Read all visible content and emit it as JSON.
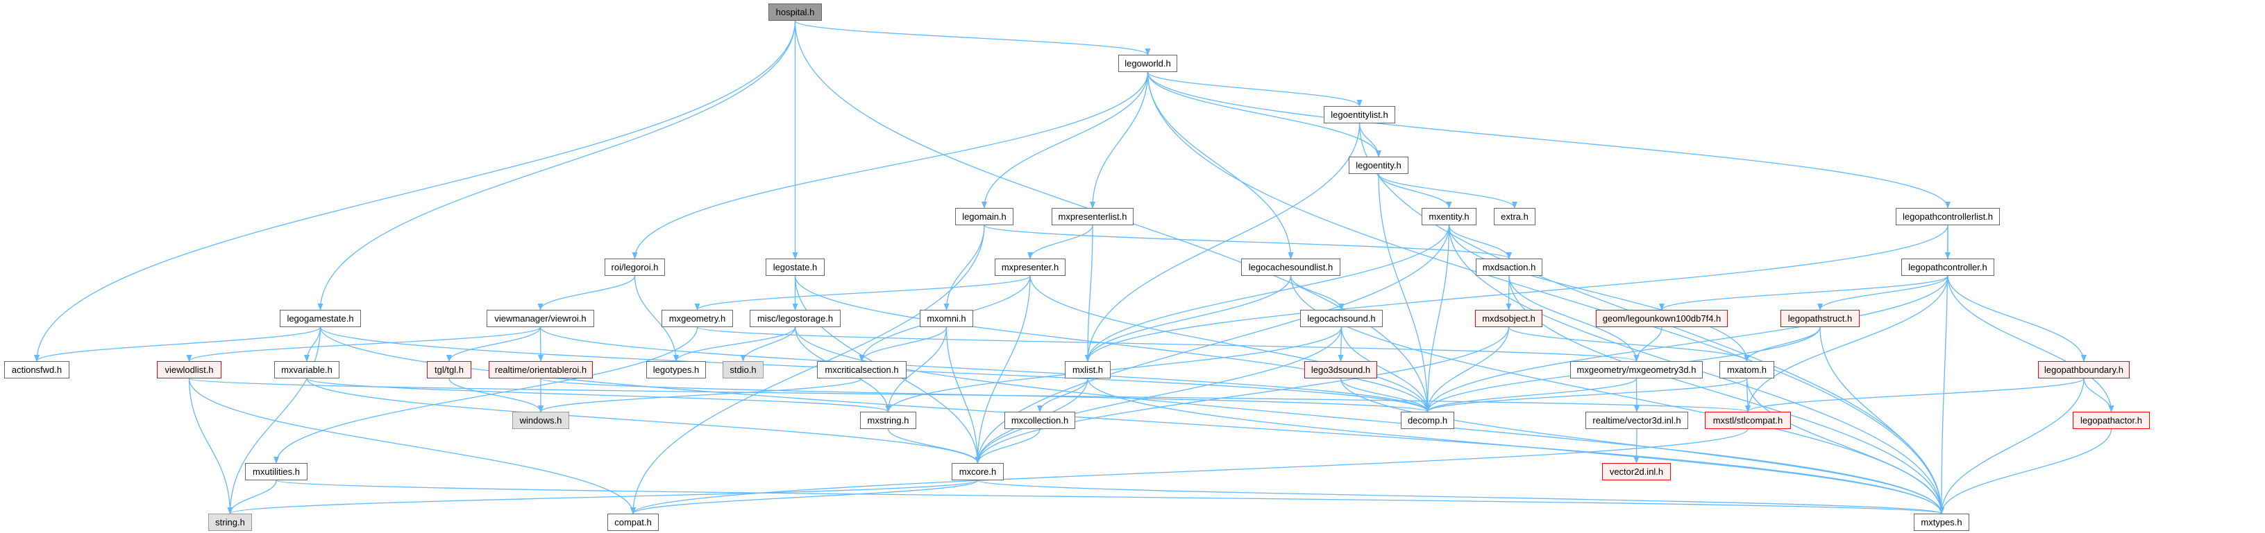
{
  "colors": {
    "edge": "#63b8ff",
    "node_border": "#666666",
    "missing_border": "#ff0000",
    "missing_fill": "#fff0f0",
    "system_fill": "#e0e0e0",
    "root_fill": "#999999"
  },
  "nodes": {
    "hospital": {
      "label": "hospital.h",
      "kind": "root"
    },
    "legoworld": {
      "label": "legoworld.h",
      "kind": "normal"
    },
    "legoentitylist": {
      "label": "legoentitylist.h",
      "kind": "normal"
    },
    "legoentity": {
      "label": "legoentity.h",
      "kind": "normal"
    },
    "legomain": {
      "label": "legomain.h",
      "kind": "normal"
    },
    "mxpresenterlist": {
      "label": "mxpresenterlist.h",
      "kind": "normal"
    },
    "mxentity": {
      "label": "mxentity.h",
      "kind": "normal"
    },
    "extra": {
      "label": "extra.h",
      "kind": "normal"
    },
    "legopathcontrollerlist": {
      "label": "legopathcontrollerlist.h",
      "kind": "normal"
    },
    "legoroi": {
      "label": "roi/legoroi.h",
      "kind": "normal"
    },
    "legostate": {
      "label": "legostate.h",
      "kind": "normal"
    },
    "mxpresenter": {
      "label": "mxpresenter.h",
      "kind": "normal"
    },
    "legocachesoundlist": {
      "label": "legocachesoundlist.h",
      "kind": "normal"
    },
    "mxdsaction": {
      "label": "mxdsaction.h",
      "kind": "normal"
    },
    "legopathcontroller": {
      "label": "legopathcontroller.h",
      "kind": "normal"
    },
    "legogamestate": {
      "label": "legogamestate.h",
      "kind": "normal"
    },
    "viewroi": {
      "label": "viewmanager/viewroi.h",
      "kind": "normal"
    },
    "mxgeometry": {
      "label": "mxgeometry.h",
      "kind": "normal"
    },
    "legostorage": {
      "label": "misc/legostorage.h",
      "kind": "normal"
    },
    "mxomni": {
      "label": "mxomni.h",
      "kind": "normal"
    },
    "legocachsound": {
      "label": "legocachsound.h",
      "kind": "normal"
    },
    "mxdsobject": {
      "label": "mxdsobject.h",
      "kind": "red"
    },
    "legounkown": {
      "label": "geom/legounkown100db7f4.h",
      "kind": "red"
    },
    "legopathstruct": {
      "label": "legopathstruct.h",
      "kind": "red"
    },
    "actionsfwd": {
      "label": "actionsfwd.h",
      "kind": "normal"
    },
    "viewlodlist": {
      "label": "viewlodlist.h",
      "kind": "red"
    },
    "mxvariable": {
      "label": "mxvariable.h",
      "kind": "normal"
    },
    "tgl": {
      "label": "tgl/tgl.h",
      "kind": "red"
    },
    "orientableroi": {
      "label": "realtime/orientableroi.h",
      "kind": "red"
    },
    "legotypes": {
      "label": "legotypes.h",
      "kind": "normal"
    },
    "stdio": {
      "label": "stdio.h",
      "kind": "gray"
    },
    "mxcriticalsection": {
      "label": "mxcriticalsection.h",
      "kind": "normal"
    },
    "mxlist": {
      "label": "mxlist.h",
      "kind": "normal"
    },
    "lego3dsound": {
      "label": "lego3dsound.h",
      "kind": "red"
    },
    "mxgeometry3d": {
      "label": "mxgeometry/mxgeometry3d.h",
      "kind": "normal"
    },
    "mxatom": {
      "label": "mxatom.h",
      "kind": "normal"
    },
    "legopathboundary": {
      "label": "legopathboundary.h",
      "kind": "red"
    },
    "windows": {
      "label": "windows.h",
      "kind": "gray"
    },
    "mxstring": {
      "label": "mxstring.h",
      "kind": "normal"
    },
    "mxcollection": {
      "label": "mxcollection.h",
      "kind": "normal"
    },
    "decomp": {
      "label": "decomp.h",
      "kind": "normal"
    },
    "vector3d": {
      "label": "realtime/vector3d.inl.h",
      "kind": "normal"
    },
    "stlcompat": {
      "label": "mxstl/stlcompat.h",
      "kind": "red"
    },
    "legopathactor": {
      "label": "legopathactor.h",
      "kind": "red"
    },
    "mxutilities": {
      "label": "mxutilities.h",
      "kind": "normal"
    },
    "mxcore": {
      "label": "mxcore.h",
      "kind": "normal"
    },
    "vector2d": {
      "label": "vector2d.inl.h",
      "kind": "red"
    },
    "string": {
      "label": "string.h",
      "kind": "gray"
    },
    "compat": {
      "label": "compat.h",
      "kind": "normal"
    },
    "mxtypes": {
      "label": "mxtypes.h",
      "kind": "normal"
    }
  },
  "edges": [
    [
      "hospital",
      "actionsfwd"
    ],
    [
      "hospital",
      "legogamestate"
    ],
    [
      "hospital",
      "legostate"
    ],
    [
      "hospital",
      "legoworld"
    ],
    [
      "hospital",
      "decomp"
    ],
    [
      "legoworld",
      "legoroi"
    ],
    [
      "legoworld",
      "legomain"
    ],
    [
      "legoworld",
      "mxpresenterlist"
    ],
    [
      "legoworld",
      "legocachesoundlist"
    ],
    [
      "legoworld",
      "legoentity"
    ],
    [
      "legoworld",
      "legoentitylist"
    ],
    [
      "legoworld",
      "legopathcontrollerlist"
    ],
    [
      "legoworld",
      "mxtypes"
    ],
    [
      "legoentitylist",
      "legoentity"
    ],
    [
      "legoentitylist",
      "mxlist"
    ],
    [
      "legoentitylist",
      "mxtypes"
    ],
    [
      "legoentity",
      "mxentity"
    ],
    [
      "legoentity",
      "extra"
    ],
    [
      "legoentity",
      "decomp"
    ],
    [
      "legomain",
      "mxomni"
    ],
    [
      "legomain",
      "mxdsaction"
    ],
    [
      "legomain",
      "compat"
    ],
    [
      "mxpresenterlist",
      "mxpresenter"
    ],
    [
      "mxpresenterlist",
      "mxlist"
    ],
    [
      "mxentity",
      "mxdsaction"
    ],
    [
      "mxentity",
      "mxatom"
    ],
    [
      "mxentity",
      "decomp"
    ],
    [
      "mxentity",
      "mxcore"
    ],
    [
      "mxentity",
      "mxtypes"
    ],
    [
      "mxentity",
      "mxlist"
    ],
    [
      "legopathcontrollerlist",
      "legopathcontroller"
    ],
    [
      "legopathcontrollerlist",
      "mxlist"
    ],
    [
      "legopathcontrollerlist",
      "mxtypes"
    ],
    [
      "legoroi",
      "viewroi"
    ],
    [
      "legoroi",
      "legotypes"
    ],
    [
      "legostate",
      "legostorage"
    ],
    [
      "legostate",
      "decomp"
    ],
    [
      "legostate",
      "mxcore"
    ],
    [
      "mxpresenter",
      "mxgeometry"
    ],
    [
      "mxpresenter",
      "mxcriticalsection"
    ],
    [
      "mxpresenter",
      "mxcore"
    ],
    [
      "mxpresenter",
      "decomp"
    ],
    [
      "legocachesoundlist",
      "legocachsound"
    ],
    [
      "legocachesoundlist",
      "mxlist"
    ],
    [
      "legocachesoundlist",
      "mxtypes"
    ],
    [
      "mxdsaction",
      "mxdsobject"
    ],
    [
      "mxdsaction",
      "mxgeometry3d"
    ],
    [
      "mxdsaction",
      "mxtypes"
    ],
    [
      "legopathcontroller",
      "legounkown"
    ],
    [
      "legopathcontroller",
      "legopathstruct"
    ],
    [
      "legopathcontroller",
      "legopathboundary"
    ],
    [
      "legopathcontroller",
      "legopathactor"
    ],
    [
      "legopathcontroller",
      "stlcompat"
    ],
    [
      "legopathcontroller",
      "decomp"
    ],
    [
      "legogamestate",
      "actionsfwd"
    ],
    [
      "legogamestate",
      "mxvariable"
    ],
    [
      "legogamestate",
      "string"
    ],
    [
      "legogamestate",
      "decomp"
    ],
    [
      "legogamestate",
      "mxtypes"
    ],
    [
      "viewroi",
      "viewlodlist"
    ],
    [
      "viewroi",
      "tgl"
    ],
    [
      "viewroi",
      "orientableroi"
    ],
    [
      "viewroi",
      "decomp"
    ],
    [
      "mxgeometry",
      "mxgeometry3d"
    ],
    [
      "mxgeometry",
      "mxutilities"
    ],
    [
      "legostorage",
      "legotypes"
    ],
    [
      "legostorage",
      "stdio"
    ],
    [
      "legostorage",
      "mxstring"
    ],
    [
      "legostorage",
      "mxtypes"
    ],
    [
      "mxomni",
      "mxcriticalsection"
    ],
    [
      "mxomni",
      "mxstring"
    ],
    [
      "mxomni",
      "mxcore"
    ],
    [
      "legocachsound",
      "lego3dsound"
    ],
    [
      "legocachsound",
      "decomp"
    ],
    [
      "legocachsound",
      "mxcore"
    ],
    [
      "legocachsound",
      "mxstring"
    ],
    [
      "mxdsobject",
      "mxatom"
    ],
    [
      "mxdsobject",
      "decomp"
    ],
    [
      "mxdsobject",
      "mxcore"
    ],
    [
      "legounkown",
      "mxgeometry3d"
    ],
    [
      "legopathstruct",
      "mxatom"
    ],
    [
      "legopathstruct",
      "decomp"
    ],
    [
      "legopathstruct",
      "mxtypes"
    ],
    [
      "viewlodlist",
      "string"
    ],
    [
      "viewlodlist",
      "compat"
    ],
    [
      "viewlodlist",
      "stlcompat"
    ],
    [
      "mxvariable",
      "mxstring"
    ],
    [
      "mxvariable",
      "mxcore"
    ],
    [
      "tgl",
      "windows"
    ],
    [
      "orientableroi",
      "windows"
    ],
    [
      "orientableroi",
      "decomp"
    ],
    [
      "mxcriticalsection",
      "windows"
    ],
    [
      "mxlist",
      "mxcollection"
    ],
    [
      "mxlist",
      "mxcore"
    ],
    [
      "mxlist",
      "mxtypes"
    ],
    [
      "lego3dsound",
      "decomp"
    ],
    [
      "lego3dsound",
      "mxtypes"
    ],
    [
      "mxgeometry3d",
      "vector3d"
    ],
    [
      "mxgeometry3d",
      "decomp"
    ],
    [
      "mxatom",
      "stlcompat"
    ],
    [
      "mxatom",
      "mxtypes"
    ],
    [
      "mxatom",
      "decomp"
    ],
    [
      "legopathboundary",
      "legopathactor"
    ],
    [
      "legopathboundary",
      "stlcompat"
    ],
    [
      "legopathboundary",
      "mxtypes"
    ],
    [
      "vector3d",
      "vector2d"
    ],
    [
      "stlcompat",
      "compat"
    ],
    [
      "legopathactor",
      "mxtypes"
    ],
    [
      "mxstring",
      "mxcore"
    ],
    [
      "mxcollection",
      "mxcore"
    ],
    [
      "mxutilities",
      "string"
    ],
    [
      "mxutilities",
      "mxtypes"
    ],
    [
      "mxcore",
      "string"
    ],
    [
      "mxcore",
      "compat"
    ],
    [
      "mxcore",
      "mxtypes"
    ]
  ]
}
